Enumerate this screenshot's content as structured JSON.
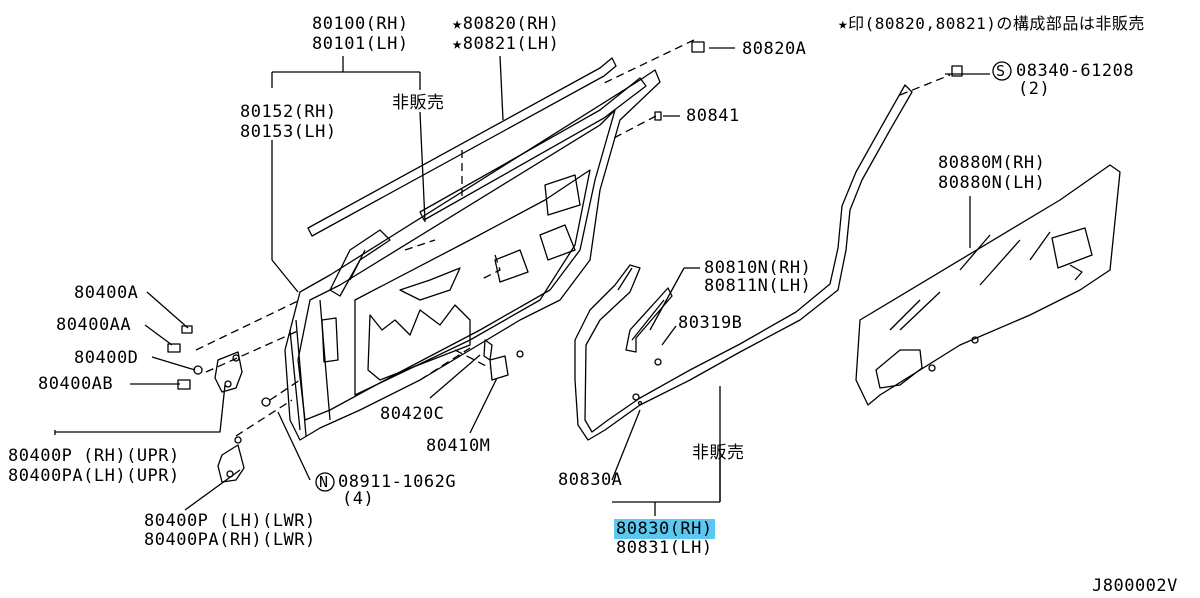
{
  "note": "★印(80820,80821)の構成部品は非販売",
  "code": "J800002V",
  "labels": {
    "l80100": "80100(RH)",
    "l80101": "80101(LH)",
    "l80820rh": "★80820(RH)",
    "l80821lh": "★80821(LH)",
    "l80820A": "80820A",
    "l08340": "08340-61208",
    "l08340q": "(2)",
    "l80152": "80152(RH)",
    "l80153": "80153(LH)",
    "hihanbai1": "非販売",
    "l80841": "80841",
    "l80880m": "80880M(RH)",
    "l80880n": "80880N(LH)",
    "l80400A": "80400A",
    "l80400AA": "80400AA",
    "l80400D": "80400D",
    "l80400AB": "80400AB",
    "l80810n": "80810N(RH)",
    "l80811n": "80811N(LH)",
    "l80319b": "80319B",
    "l80420c": "80420C",
    "l80410m": "80410M",
    "l80400p_upr": "80400P (RH)(UPR)",
    "l80400pa_upr": "80400PA(LH)(UPR)",
    "l08911": "08911-1062G",
    "l08911q": "(4)",
    "hihanbai2": "非販売",
    "l80830a": "80830A",
    "l80830": "80830(RH)",
    "l80831": "80831(LH)",
    "l80400p_lwr": "80400P (LH)(LWR)",
    "l80400pa_lwr": "80400PA(RH)(LWR)"
  },
  "symbols": {
    "s_mark": "S",
    "n_mark": "N"
  },
  "colors": {
    "highlight": "#5bc8f2",
    "line": "#000000"
  }
}
